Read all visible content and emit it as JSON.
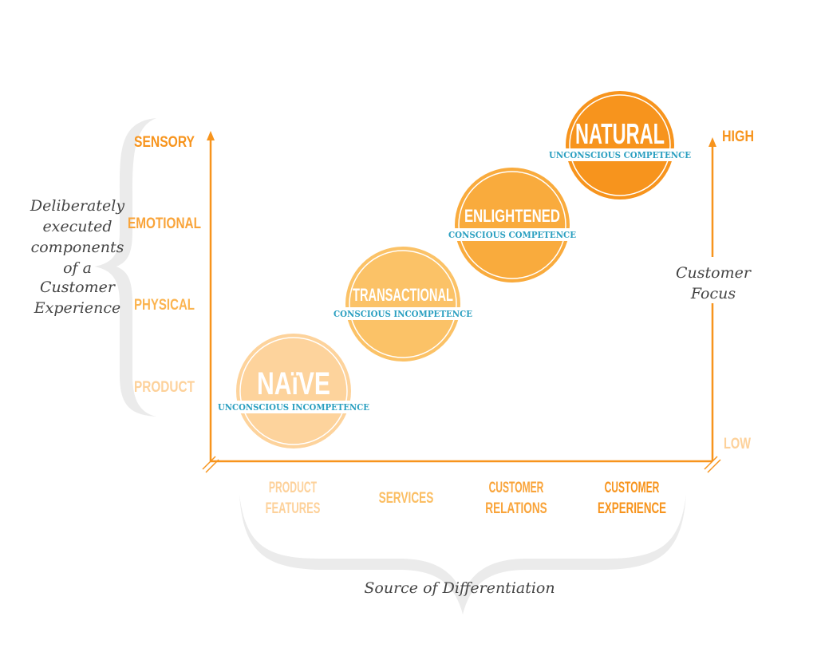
{
  "left_brace_label": [
    "Deliberately",
    "executed",
    "components",
    "of a",
    "Customer",
    "Experience"
  ],
  "y_left_ticks": [
    {
      "label": "SENSORY",
      "color": "#f7941d"
    },
    {
      "label": "EMOTIONAL",
      "color": "#f9a43a"
    },
    {
      "label": "PHYSICAL",
      "color": "#fbb450"
    },
    {
      "label": "PRODUCT",
      "color": "#fdd19a"
    }
  ],
  "y_right": {
    "high": "HIGH",
    "low": "LOW",
    "label": [
      "Customer",
      "Focus"
    ],
    "high_color": "#f7941d",
    "low_color": "#fdd19a"
  },
  "x_ticks": [
    {
      "lines": [
        "PRODUCT",
        "FEATURES"
      ],
      "color": "#fdd19a"
    },
    {
      "lines": [
        "SERVICES"
      ],
      "color": "#fbbe63"
    },
    {
      "lines": [
        "CUSTOMER",
        "RELATIONS"
      ],
      "color": "#f9a43a"
    },
    {
      "lines": [
        "CUSTOMER",
        "EXPERIENCE"
      ],
      "color": "#f7941d"
    }
  ],
  "x_label": "Source of Differentiation",
  "stages": [
    {
      "name": "NAïVE",
      "subtitle": "UNCONSCIOUS INCOMPETENCE",
      "color": "#fdd39c",
      "level": 1
    },
    {
      "name": "TRANSACTIONAL",
      "subtitle": "CONSCIOUS INCOMPETENCE",
      "color": "#fbc267",
      "level": 2
    },
    {
      "name": "ENLIGHTENED",
      "subtitle": "CONSCIOUS COMPETENCE",
      "color": "#f9ab3d",
      "level": 3
    },
    {
      "name": "NATURAL",
      "subtitle": "UNCONSCIOUS COMPETENCE",
      "color": "#f7941d",
      "level": 4
    }
  ],
  "colors": {
    "axis": "#f7941d",
    "brace": "#ebebeb",
    "subtitle": "#2a9fc0"
  }
}
